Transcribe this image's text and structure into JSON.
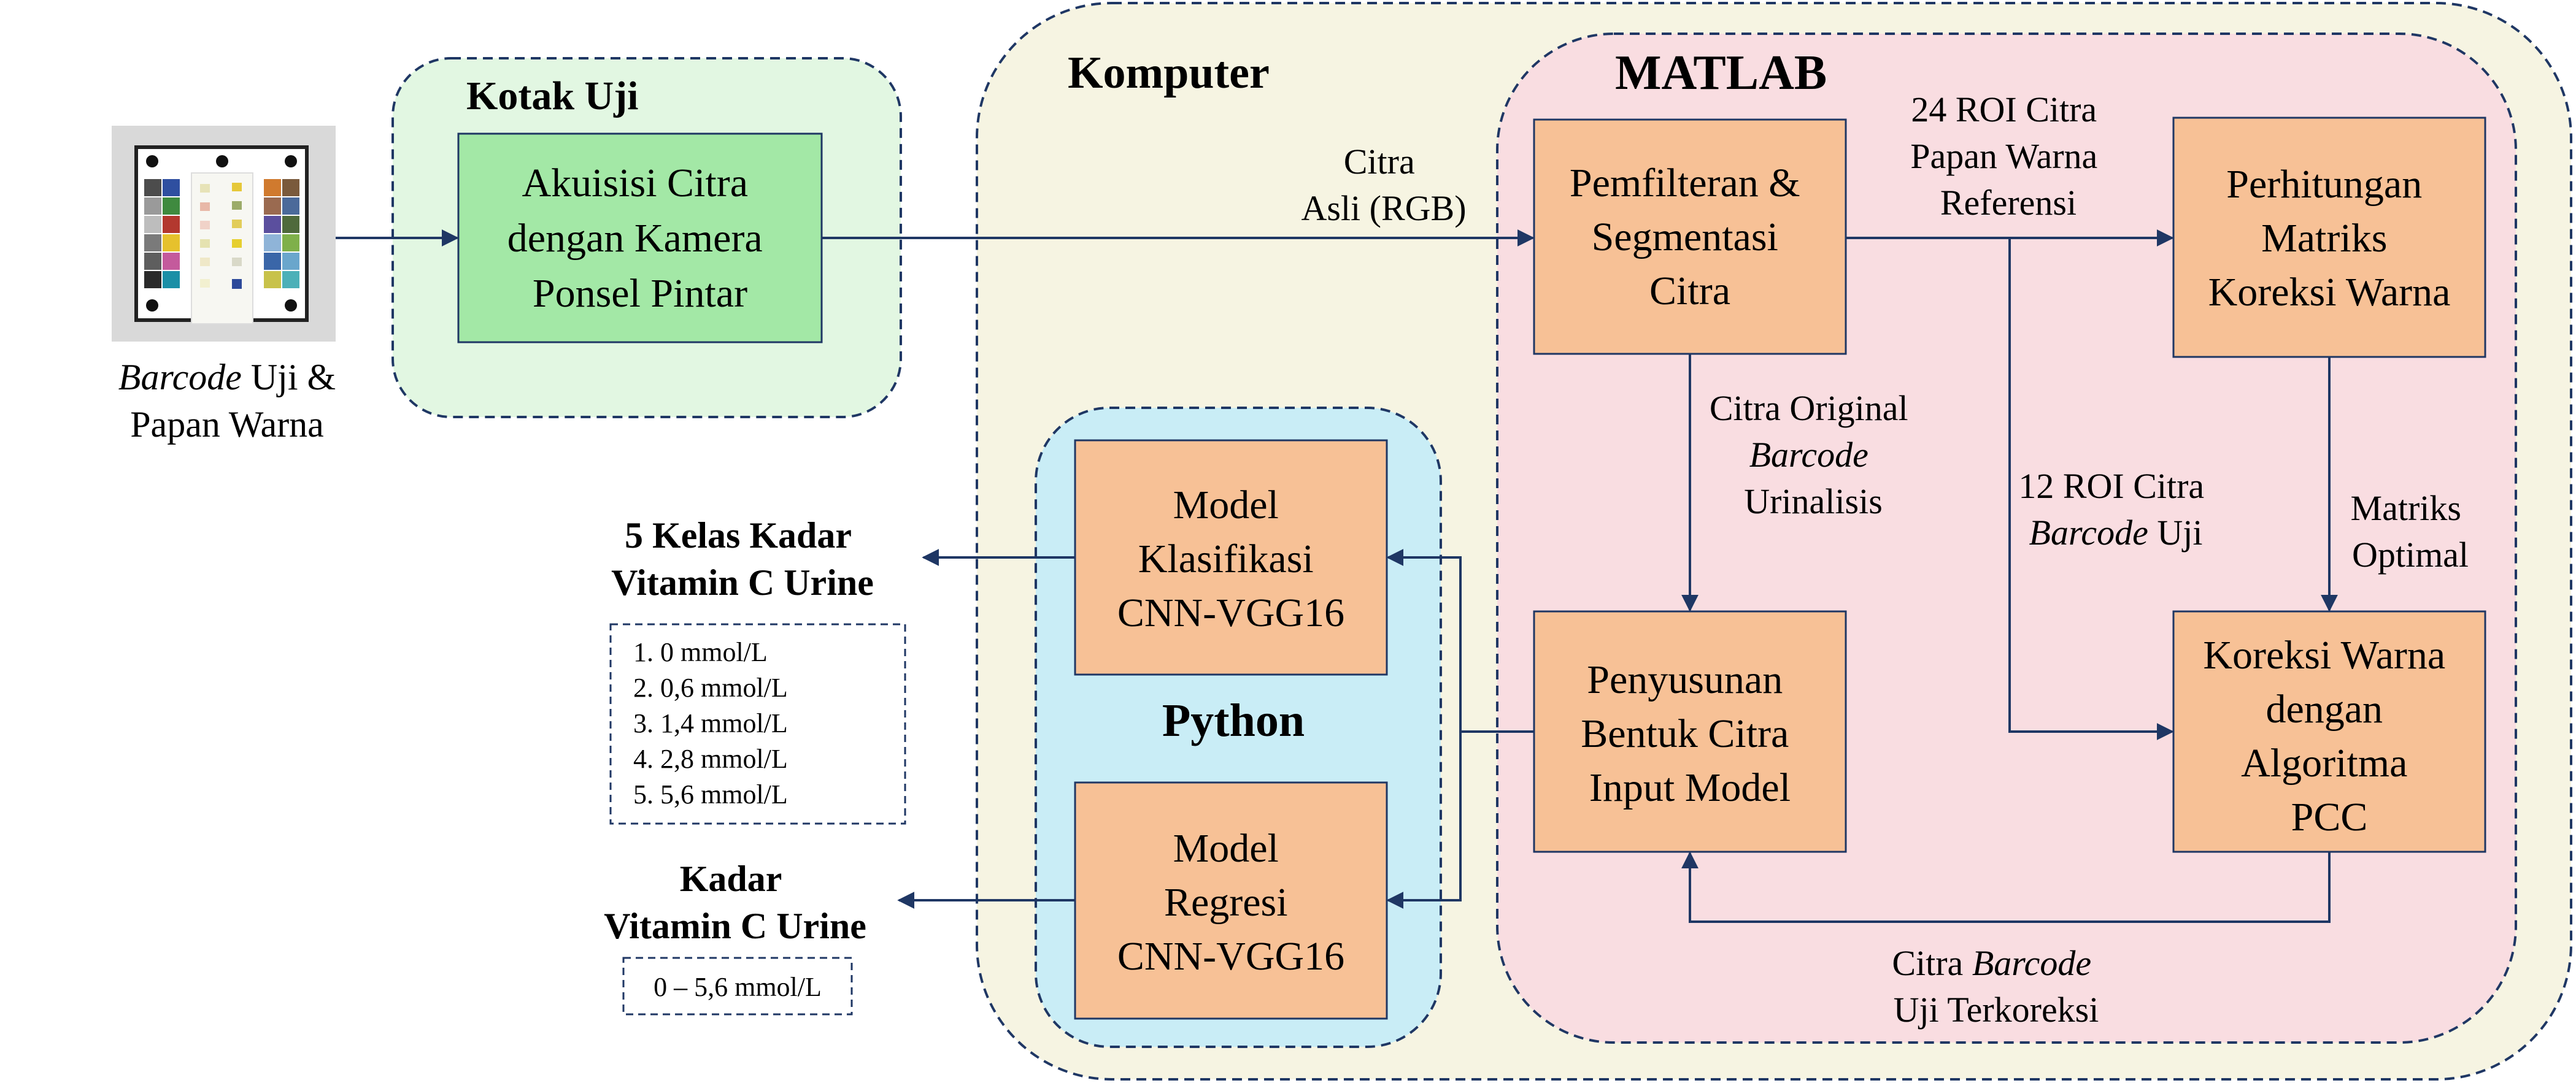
{
  "colors": {
    "line": "#1f3764",
    "kotak_fill": "#e2f7e2",
    "komputer_fill": "#f6f4e2",
    "matlab_fill": "#f9dde1",
    "python_fill": "#c9edf6",
    "green_box": "#a3e8a6",
    "orange_box": "#f7c196"
  },
  "input": {
    "label_italic": "Barcode",
    "label_rest": " Uji &",
    "label_line2": "Papan Warna"
  },
  "regions": {
    "kotak_uji": "Kotak Uji",
    "komputer": "Komputer",
    "matlab": "MATLAB",
    "python": "Python"
  },
  "boxes": {
    "akuisisi": [
      "Akuisisi Citra",
      "dengan Kamera",
      "Ponsel Pintar"
    ],
    "pemfilteran": [
      "Pemfilteran &",
      "Segmentasi",
      "Citra"
    ],
    "perhitungan": [
      "Perhitungan",
      "Matriks",
      "Koreksi Warna"
    ],
    "penyusunan": [
      "Penyusunan",
      "Bentuk Citra",
      "Input Model"
    ],
    "koreksi": [
      "Koreksi Warna",
      "dengan",
      "Algoritma",
      "PCC"
    ],
    "klasifikasi": [
      "Model",
      "Klasifikasi",
      "CNN-VGG16"
    ],
    "regresi": [
      "Model",
      "Regresi",
      "CNN-VGG16"
    ]
  },
  "edge_labels": {
    "citra_asli": [
      "Citra",
      "Asli (RGB)"
    ],
    "roi24": [
      "24 ROI Citra",
      "Papan Warna",
      "Referensi"
    ],
    "citra_original": {
      "line1": "Citra Original",
      "line2_italic": "Barcode",
      "line3": "Urinalisis"
    },
    "roi12": {
      "line1": "12 ROI Citra",
      "line2_italic": "Barcode",
      "line2_rest": " Uji"
    },
    "matriks_optimal": [
      "Matriks",
      "Optimal"
    ],
    "terkoreksi": {
      "line1_prefix": "Citra ",
      "line1_italic": "Barcode",
      "line2": "Uji Terkoreksi"
    }
  },
  "outputs": {
    "kelas_title": [
      "5 Kelas Kadar",
      "Vitamin C Urine"
    ],
    "kelas_items": [
      "1.    0 mmol/L",
      "2.    0,6 mmol/L",
      "3.    1,4 mmol/L",
      "4.    2,8 mmol/L",
      "5.    5,6 mmol/L"
    ],
    "kadar_title": [
      "Kadar",
      "Vitamin C Urine"
    ],
    "kadar_range": "0 – 5,6 mmol/L"
  }
}
